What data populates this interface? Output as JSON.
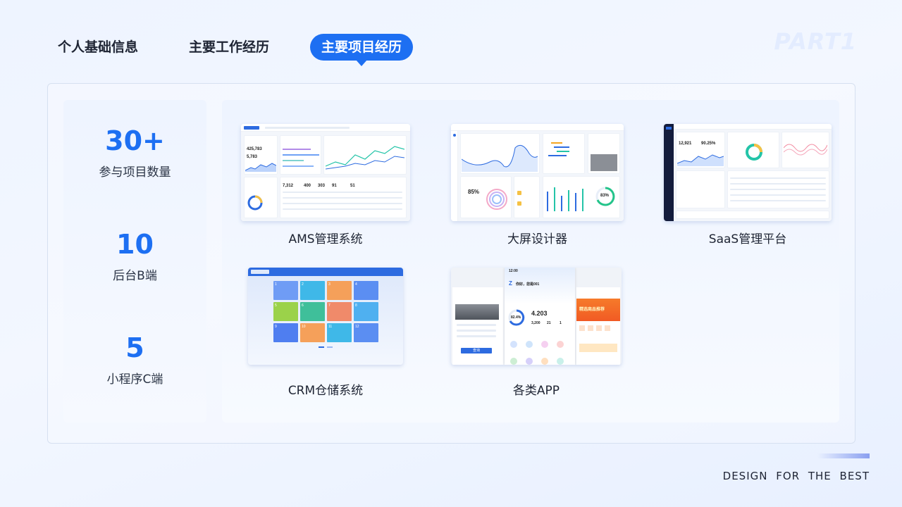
{
  "tabs": [
    {
      "label": "个人基础信息",
      "active": false
    },
    {
      "label": "主要工作经历",
      "active": false
    },
    {
      "label": "主要项目经历",
      "active": true
    }
  ],
  "part_label": "PART1",
  "stats": [
    {
      "value": "30+",
      "label": "参与项目数量"
    },
    {
      "value": "10",
      "label": "后台B端"
    },
    {
      "value": "5",
      "label": "小程序C端"
    }
  ],
  "projects": [
    {
      "name": "AMS管理系统"
    },
    {
      "name": "大屏设计器"
    },
    {
      "name": "SaaS管理平台"
    },
    {
      "name": "CRM仓储系统"
    },
    {
      "name": "各类APP"
    }
  ],
  "thumbs": {
    "ams": {
      "n1": "425,783",
      "n2": "5,783",
      "n3": "7,312",
      "n4": "400",
      "n5": "303",
      "n6": "91",
      "n7": "51"
    },
    "screen": {
      "pct": "85%",
      "ring": "83%"
    },
    "saas": {
      "n1": "12,921",
      "n2": "90.25%"
    },
    "crm": {
      "tiles": [
        "1",
        "2",
        "3",
        "4",
        "5",
        "6",
        "7",
        "8",
        "9",
        "10",
        "11",
        "12"
      ]
    },
    "app": {
      "greet": "你好，您是001",
      "total": "4.203",
      "pct": "82.4%",
      "sub1": "3,200",
      "sub2": "21",
      "sub3": "1",
      "promo": "精选商品推荐",
      "time": "12:00",
      "button": "查询"
    }
  },
  "colors": {
    "accent": "#1d6ff2",
    "dark_nav": "#131c3c"
  },
  "footer": "DESIGN FOR THE BEST"
}
